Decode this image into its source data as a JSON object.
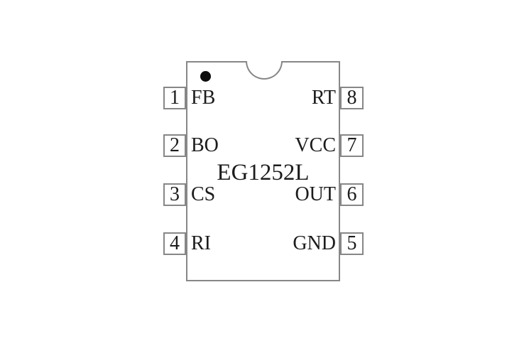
{
  "diagram": {
    "chip_label": "EG1252L",
    "left_pins": [
      {
        "number": "1",
        "name": "FB"
      },
      {
        "number": "2",
        "name": "BO"
      },
      {
        "number": "3",
        "name": "CS"
      },
      {
        "number": "4",
        "name": "RI"
      }
    ],
    "right_pins": [
      {
        "number": "8",
        "name": "RT"
      },
      {
        "number": "7",
        "name": "VCC"
      },
      {
        "number": "6",
        "name": "OUT"
      },
      {
        "number": "5",
        "name": "GND"
      }
    ],
    "icons": {
      "pin1_marker": "filled-circle",
      "package_notch": "semicircle-notch"
    },
    "colors": {
      "line": "#878787",
      "text": "#1c1c1c",
      "background": "#ffffff",
      "pin1_dot": "#0e0e0e"
    }
  }
}
